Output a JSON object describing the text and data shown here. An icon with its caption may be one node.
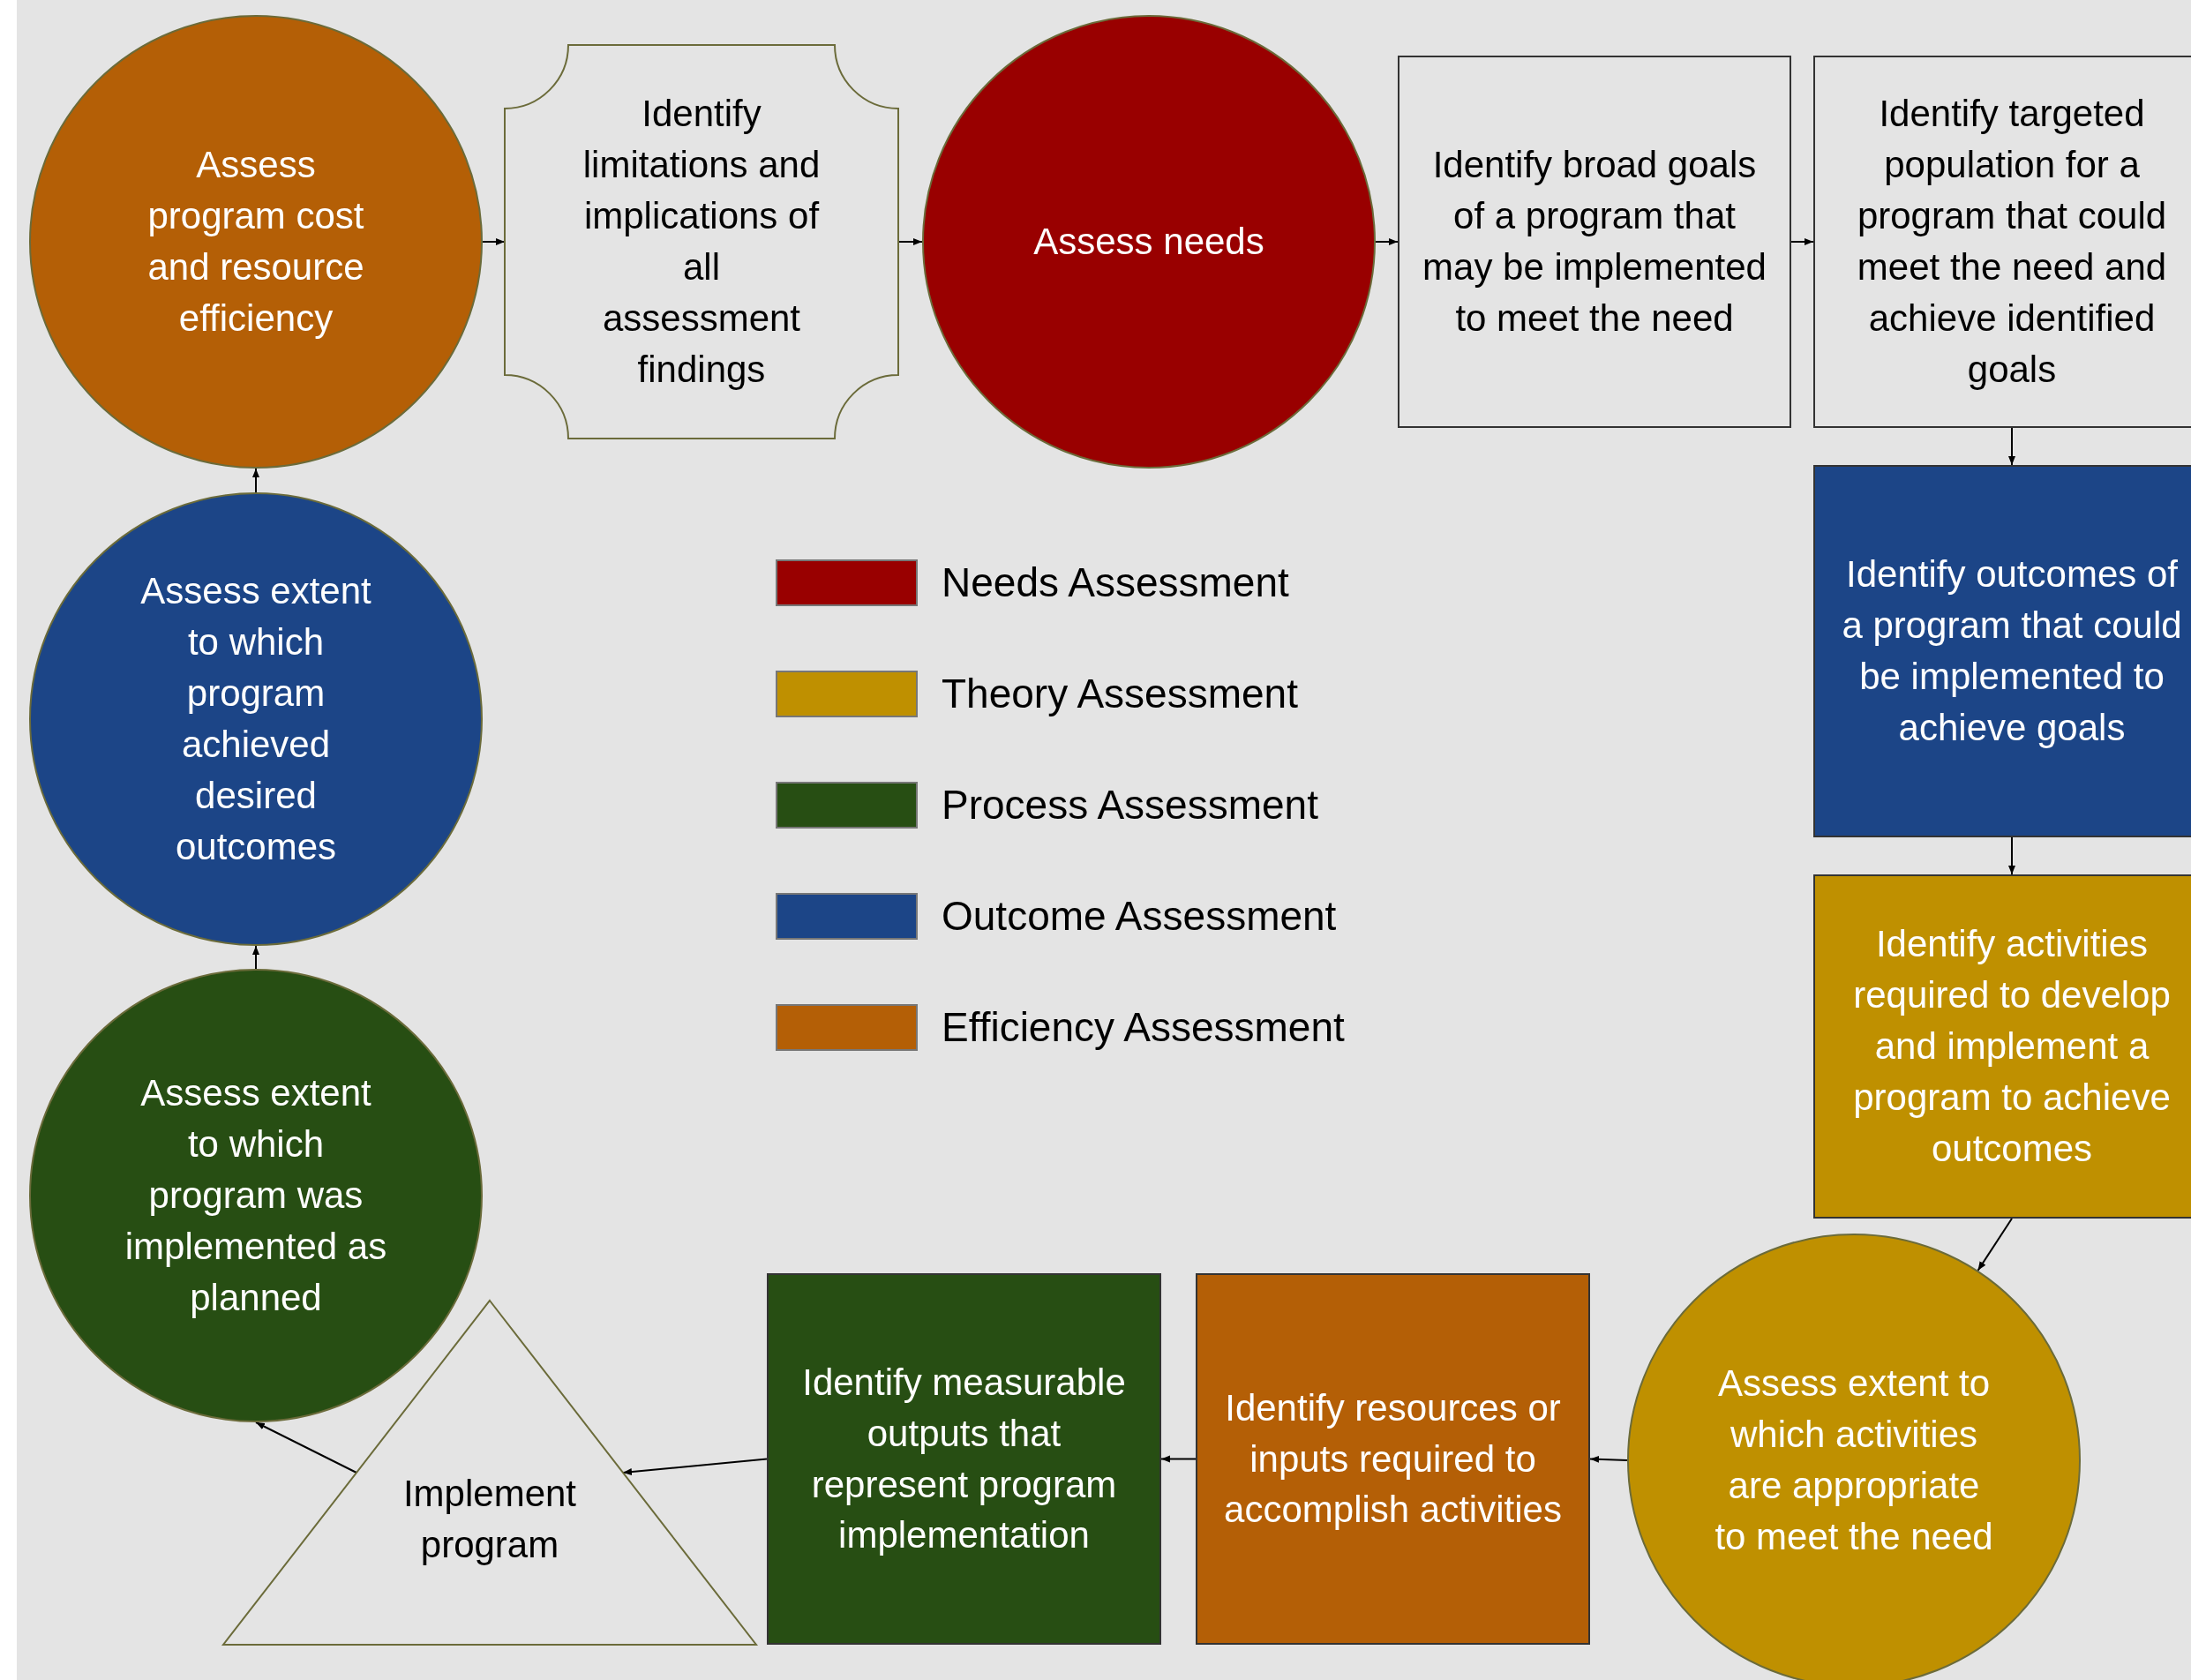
{
  "diagram": {
    "nodes": [
      {
        "text": [
          "Assess program cost and resource efficiency"
        ]
      },
      {
        "text": [
          "Identify limitations and implications of all assessment findings"
        ]
      },
      {
        "text": [
          "Assess needs"
        ]
      },
      {
        "text": [
          "Identify broad goals of a program that may be implemented to meet the need"
        ]
      },
      {
        "text": [
          "Identify targeted population for a program that could meet the need and achieve identified goals"
        ]
      },
      {
        "text": [
          "Identify outcomes of a program that could be implemented to achieve goals"
        ]
      },
      {
        "text": [
          "Identify activities required to develop and implement a program to achieve outcomes"
        ]
      },
      {
        "text": [
          "Assess extent to which activities are appropriate to meet the need"
        ]
      },
      {
        "text": [
          "Identify resources or inputs required to accomplish activities"
        ]
      },
      {
        "text": [
          "Identify measurable outputs that represent program implementation"
        ]
      },
      {
        "text": [
          "Implement program"
        ]
      },
      {
        "text": [
          "Assess extent to which program was implemented as planned"
        ]
      },
      {
        "text": [
          "Assess extent to which program achieved desired outcomes"
        ]
      }
    ],
    "edges": [
      {
        "from": 0,
        "to": 1,
        "arrow": "to"
      },
      {
        "from": 1,
        "to": 2,
        "arrow": "to"
      },
      {
        "from": 2,
        "to": 3,
        "arrow": "to"
      },
      {
        "from": 3,
        "to": 4,
        "arrow": "to"
      },
      {
        "from": 4,
        "to": 5,
        "arrow": "to"
      },
      {
        "from": 5,
        "to": 6,
        "arrow": "to"
      },
      {
        "from": 6,
        "to": 7,
        "arrow": "to"
      },
      {
        "from": 7,
        "to": 8,
        "arrow": "to"
      },
      {
        "from": 8,
        "to": 9,
        "arrow": "to"
      },
      {
        "from": 9,
        "to": 10,
        "arrow": "to"
      },
      {
        "from": 10,
        "to": 11,
        "arrow": "to"
      },
      {
        "from": 11,
        "to": 12,
        "arrow": "to"
      },
      {
        "from": 12,
        "to": 0,
        "arrow": "to"
      }
    ],
    "legend": [
      {
        "text": "Needs Assessment",
        "color": "#990000"
      },
      {
        "text": "Theory Assessment",
        "color": "#bf9000"
      },
      {
        "text": "Process Assessment",
        "color": "#274e13"
      },
      {
        "text": "Outcome Assessment",
        "color": "#1c4587"
      },
      {
        "text": "Efficiency Assessment",
        "color": "#b45f06"
      }
    ]
  }
}
